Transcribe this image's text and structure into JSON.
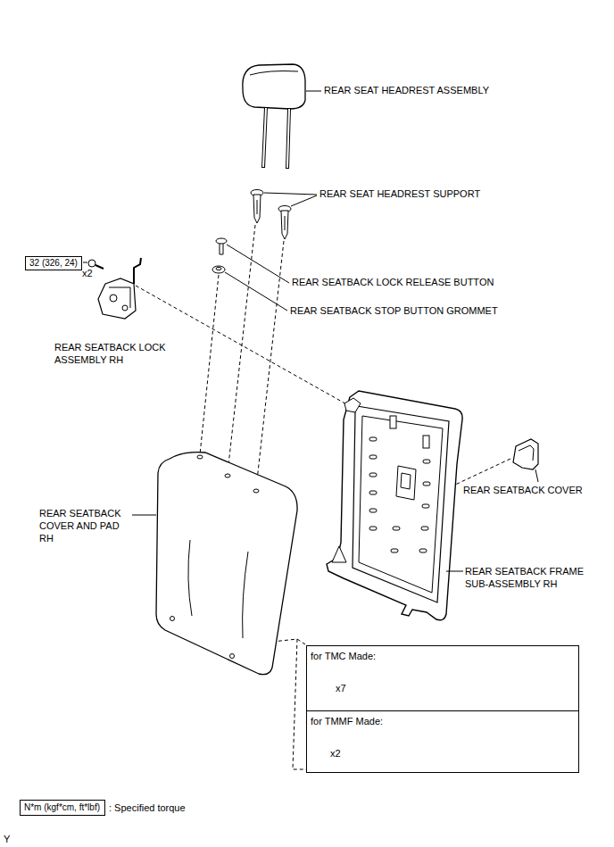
{
  "diagram": {
    "nodes": [
      {
        "text": [
          "32 (326, 24)"
        ]
      },
      {
        "text": [
          "for TMC Made:",
          "x7"
        ]
      },
      {
        "text": [
          "for TMMF Made:",
          "x2"
        ]
      },
      {
        "text": [
          "N*m (kgf*cm, ft*lbf)"
        ]
      }
    ],
    "labels": [
      "REAR SEAT HEADREST ASSEMBLY",
      "REAR SEAT HEADREST SUPPORT",
      "x2",
      "REAR SEATBACK LOCK RELEASE BUTTON",
      "REAR SEATBACK STOP BUTTON GROMMET",
      "REAR SEATBACK LOCK ASSEMBLY RH",
      "REAR SEATBACK COVER",
      "REAR SEATBACK COVER AND PAD RH",
      "REAR SEATBACK FRAME SUB-ASSEMBLY RH",
      "Y"
    ],
    "legend": [
      {
        "text": ": Specified torque"
      }
    ]
  }
}
